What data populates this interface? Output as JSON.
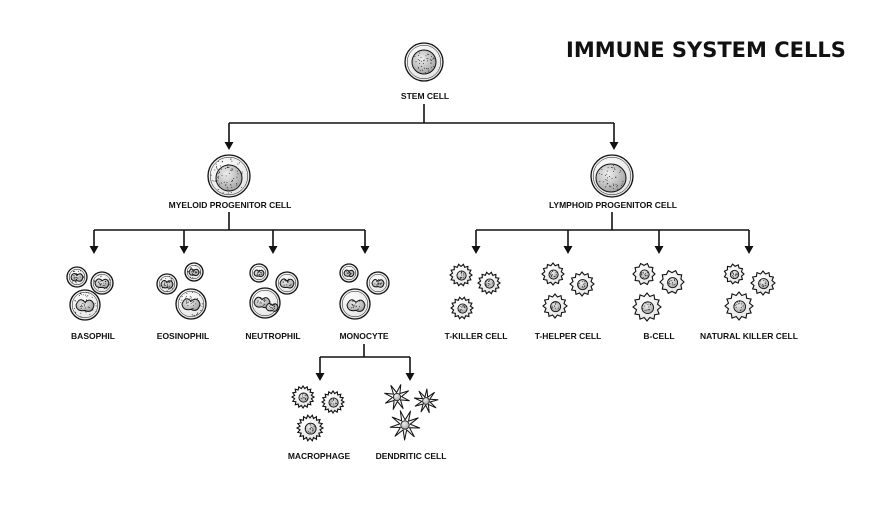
{
  "title": "IMMUNE SYSTEM CELLS",
  "stem": "STEM CELL",
  "myeloid": "MYELOID PROGENITOR CELL",
  "lymphoid": "LYMPHOID PROGENITOR CELL",
  "myeloid_children": [
    "BASOPHIL",
    "EOSINOPHIL",
    "NEUTROPHIL",
    "MONOCYTE"
  ],
  "lymphoid_children": [
    "T-KILLER CELL",
    "T-HELPER CELL",
    "B-CELL",
    "NATURAL KILLER CELL"
  ],
  "monocyte_children": [
    "MACROPHAGE",
    "DENDRITIC CELL"
  ],
  "colors": {
    "ink": "#111111",
    "background": "#ffffff",
    "cell_fill": "#f4f4f4",
    "nucleus_fill": "#d9d9d9"
  },
  "icons": {
    "stem": "stem-cell-icon",
    "myeloid": "myeloid-progenitor-icon",
    "lymphoid": "lymphoid-progenitor-icon",
    "basophil": "basophil-cluster-icon",
    "eosinophil": "eosinophil-cluster-icon",
    "neutrophil": "neutrophil-cluster-icon",
    "monocyte": "monocyte-cluster-icon",
    "tkiller": "t-killer-cluster-icon",
    "thelper": "t-helper-cluster-icon",
    "bcell": "b-cell-cluster-icon",
    "nk": "nk-cell-cluster-icon",
    "macrophage": "macrophage-cluster-icon",
    "dendritic": "dendritic-cluster-icon"
  }
}
